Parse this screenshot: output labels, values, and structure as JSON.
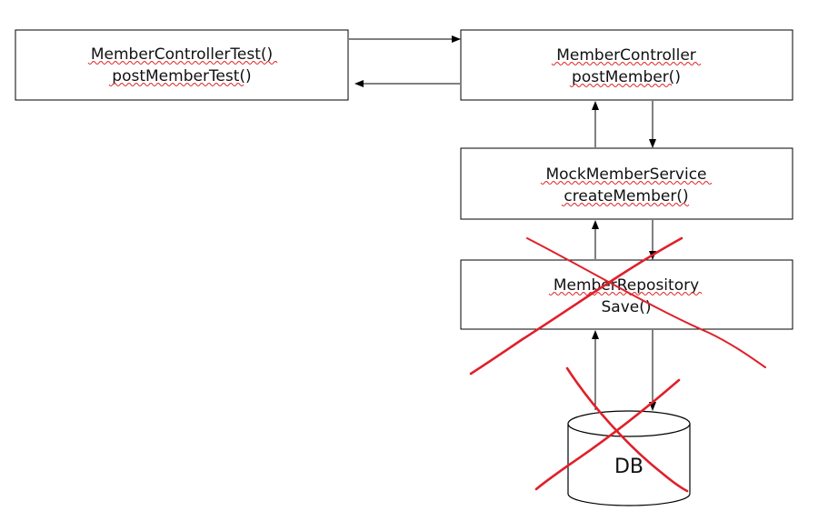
{
  "nodes": {
    "test": {
      "line1": "MemberControllerTest()",
      "line2": "postMemberTest()"
    },
    "controller": {
      "line1": "MemberController",
      "line2": "postMember()"
    },
    "service": {
      "line1": "MockMemberService",
      "line2": "createMember()"
    },
    "repository": {
      "line1": "MemberRepository",
      "line2": "Save()"
    },
    "db": {
      "label": "DB"
    }
  },
  "colors": {
    "box_stroke": "#000000",
    "arrow": "#000000",
    "cross_out": "#e0202a"
  }
}
